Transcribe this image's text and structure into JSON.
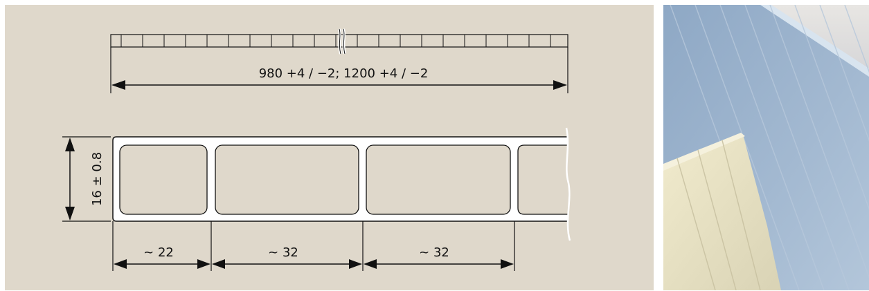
{
  "drawing": {
    "width_dimension": "980 +4 / −2; 1200 +4 / −2",
    "thickness_dimension": "16 ± 0.8",
    "chamber_dimensions": [
      "~ 22",
      "~ 32",
      "~ 32"
    ]
  },
  "colors": {
    "drawing_background": "#dfd8cb",
    "line": "#111111",
    "profile_fill": "#ffffff",
    "photo_blue": "#9db3cc",
    "photo_cream": "#ece6c4"
  }
}
